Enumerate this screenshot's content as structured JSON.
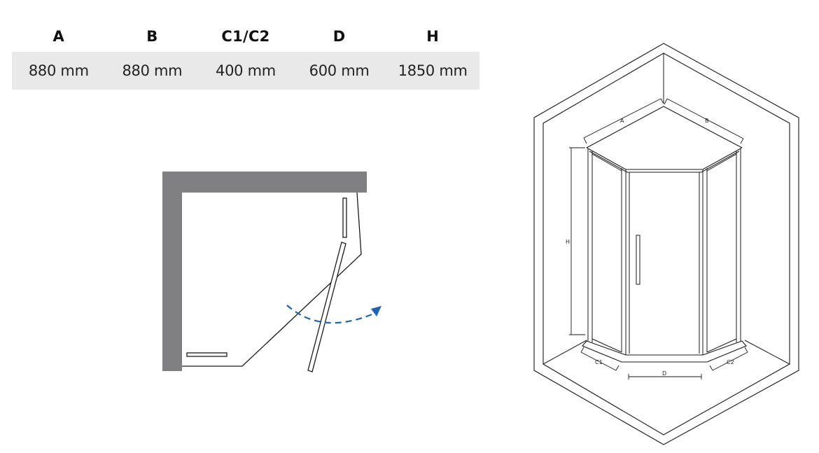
{
  "dimensions": {
    "headers": [
      "A",
      "B",
      "C1/C2",
      "D",
      "H"
    ],
    "values": [
      "880 mm",
      "880 mm",
      "400 mm",
      "600 mm",
      "1850 mm"
    ]
  },
  "drawing_labels": {
    "a": "A",
    "b": "B",
    "h": "H",
    "c1": "C1",
    "c2": "C2",
    "d": "D"
  },
  "colors": {
    "wall": "#808083",
    "arrow": "#1f64b0",
    "table_bg": "#e9e9e9",
    "line": "#1a1a1a"
  }
}
